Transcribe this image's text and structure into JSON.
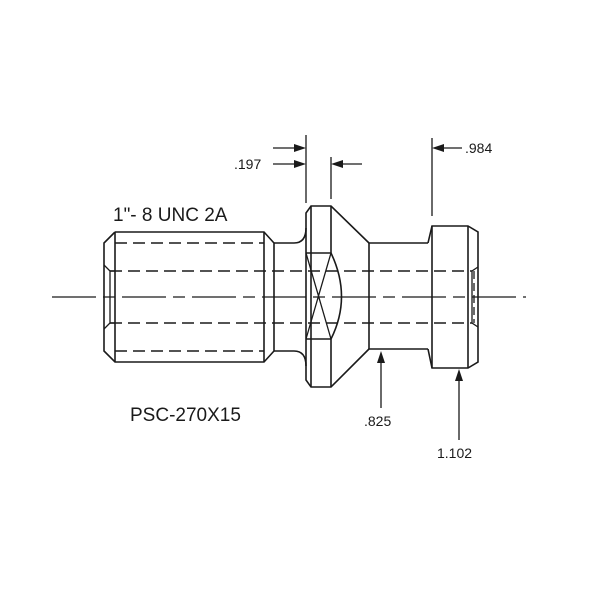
{
  "drawing": {
    "part_number": "PSC-270X15",
    "thread_spec": "1\"- 8 UNC 2A",
    "dimensions": {
      "flange_width": ".197",
      "head_length": ".984",
      "neck_diameter": ".825",
      "head_diameter": "1.102"
    },
    "colors": {
      "line": "#1a1a1a",
      "background": "#ffffff"
    }
  }
}
